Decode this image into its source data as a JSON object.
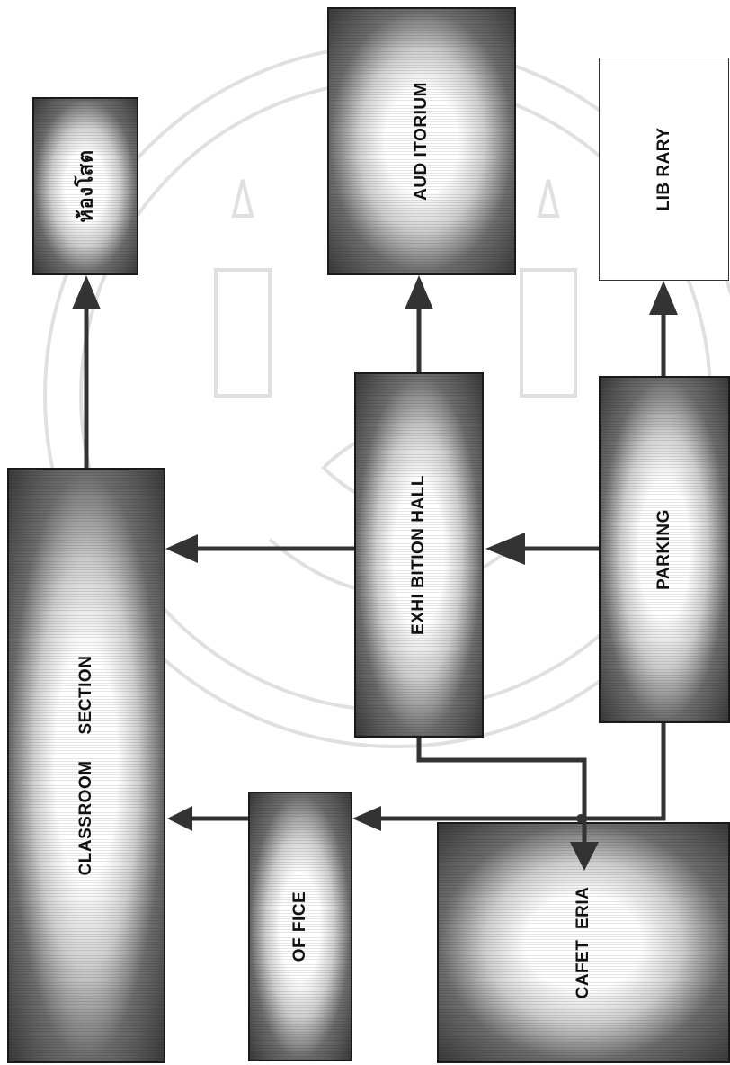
{
  "diagram": {
    "nodes": {
      "thai_room": "ห้องโสต",
      "auditorium": "AUD ITORIUM",
      "library": "LIB RARY",
      "exhibition_hall": "EXHI BITION HALL",
      "parking": "PARKING",
      "classroom_section": "CLASSROOM     SECTION",
      "office": "OF FICE",
      "cafeteria": "CAFET  ERIA"
    }
  },
  "colors": {
    "box_dark": "#3a3a3a",
    "arrow": "#333333",
    "watermark": "#c8c8c8",
    "background": "#ffffff"
  }
}
